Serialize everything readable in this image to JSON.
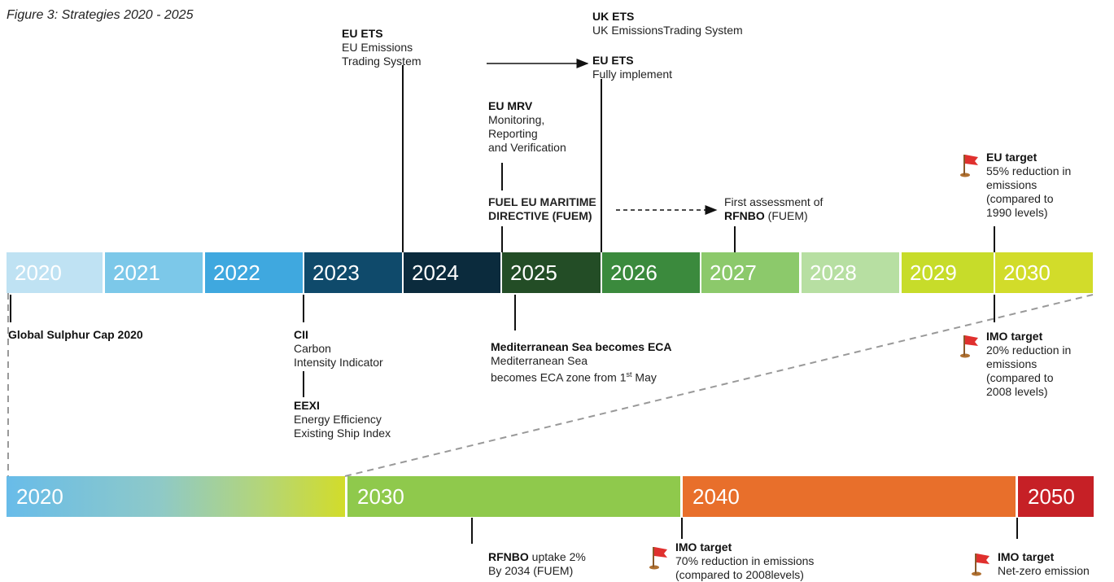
{
  "caption": "Figure 3: Strategies 2020 - 2025",
  "top_years": [
    "2020",
    "2021",
    "2022",
    "2023",
    "2024",
    "2025",
    "2026",
    "2027",
    "2028",
    "2029",
    "2030"
  ],
  "bottom_years": [
    "2020",
    "2030",
    "2040",
    "2050"
  ],
  "colors": {
    "y2020": "#bfe2f3",
    "y2021": "#7cc8e9",
    "y2022": "#3fa8df",
    "y2023": "#0f4a6b",
    "y2024": "#0b2b3d",
    "y2025": "#234d26",
    "y2026": "#3b8a3d",
    "y2027": "#8cc96b",
    "y2028": "#b7dfa2",
    "y2029": "#c7dc2a",
    "y2030": "#d2dc2a",
    "b2030": "#8fc94c",
    "b2040": "#e86f2b",
    "b2050": "#c62026",
    "flag": "#e0302e"
  },
  "annotations": {
    "eu_ets_1": {
      "title": "EU ETS",
      "l1": "EU Emissions",
      "l2": "Trading System"
    },
    "uk_ets": {
      "title": "UK ETS",
      "l1": "UK EmissionsTrading System"
    },
    "eu_ets_2": {
      "title": "EU ETS",
      "l1": "Fully implement"
    },
    "eu_mrv": {
      "title": "EU MRV",
      "l1": "Monitoring,",
      "l2": "Reporting",
      "l3": "and Verification"
    },
    "fuel_eu": {
      "l1": "FUEL EU MARITIME",
      "l2": "DIRECTIVE (FUEM)"
    },
    "first_assessment": {
      "l1": "First assessment of",
      "bold": "RFNBO",
      "rest": " (FUEM)"
    },
    "eu_target": {
      "title": "EU target",
      "l1": "55% reduction in",
      "l2": "emissions",
      "l3": "(compared to",
      "l4": "1990 levels)"
    },
    "global_sulphur": {
      "title": "Global Sulphur Cap 2020"
    },
    "cii": {
      "title": "CII",
      "l1": "Carbon",
      "l2": "Intensity  Indicator"
    },
    "eexi": {
      "title": "EEXI",
      "l1": "Energy Efficiency",
      "l2": "Existing Ship Index"
    },
    "med_sea": {
      "title": "Mediterranean Sea becomes ECA",
      "l1": "Mediterranean Sea",
      "l2": "becomes ECA zone from 1",
      "sup": "st",
      "l2b": " May"
    },
    "imo_2030": {
      "title": "IMO target",
      "l1": "20% reduction in",
      "l2": "emissions",
      "l3": "(compared to",
      "l4": "2008 levels)"
    },
    "rfnbo_uptake": {
      "bold": "RFNBO",
      "rest": "  uptake 2%",
      "l2": "By 2034 (FUEM)"
    },
    "imo_2040": {
      "title": "IMO target",
      "l1": "70% reduction in emissions",
      "l2": "(compared  to 2008levels)"
    },
    "imo_2050": {
      "title": "IMO target",
      "l1": "Net-zero emission"
    }
  }
}
